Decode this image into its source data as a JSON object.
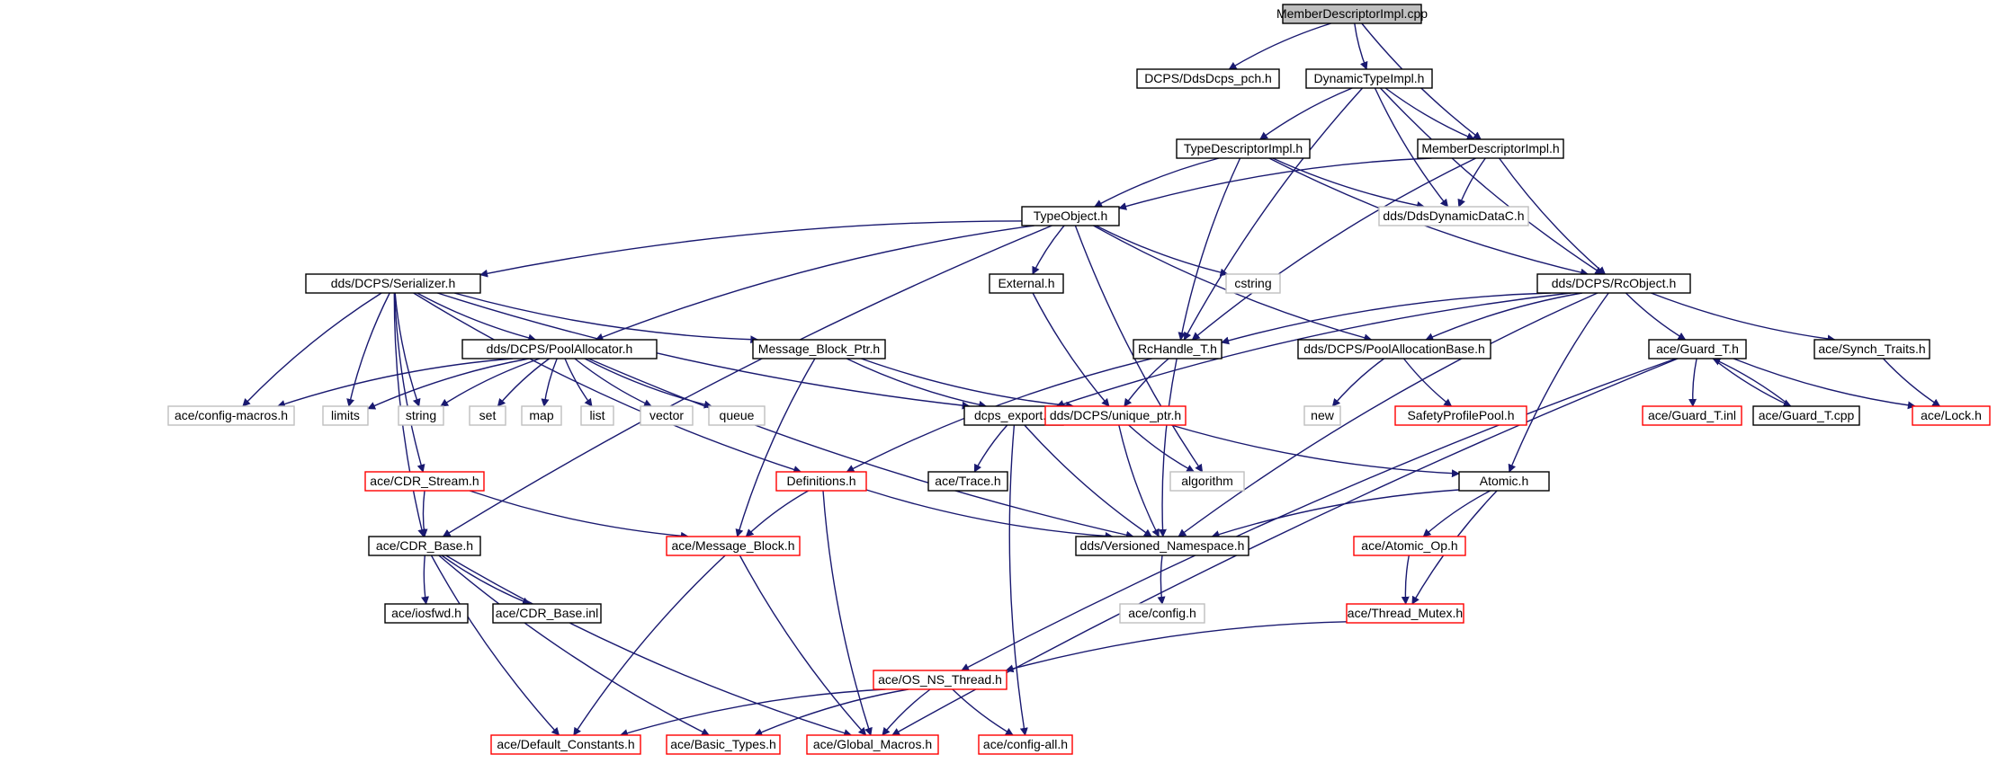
{
  "colors": {
    "edge": "#191970",
    "root_fill": "#bfbfbf",
    "border_normal": "#000000",
    "border_truncated": "#ff0000",
    "border_external": "#bfbfbf",
    "text": "#000000"
  },
  "nodes": [
    {
      "id": "n0",
      "label": "MemberDescriptorImpl.cpp",
      "kind": "root"
    },
    {
      "id": "n1",
      "label": "DCPS/DdsDcps_pch.h",
      "kind": "normal"
    },
    {
      "id": "n2",
      "label": "DynamicTypeImpl.h",
      "kind": "normal"
    },
    {
      "id": "n3",
      "label": "MemberDescriptorImpl.h",
      "kind": "normal"
    },
    {
      "id": "n4",
      "label": "TypeDescriptorImpl.h",
      "kind": "normal"
    },
    {
      "id": "n5",
      "label": "dds/DdsDynamicDataC.h",
      "kind": "external"
    },
    {
      "id": "n6",
      "label": "TypeObject.h",
      "kind": "normal"
    },
    {
      "id": "n7",
      "label": "dds/DCPS/Serializer.h",
      "kind": "normal"
    },
    {
      "id": "n8",
      "label": "External.h",
      "kind": "normal"
    },
    {
      "id": "n9",
      "label": "cstring",
      "kind": "external"
    },
    {
      "id": "n10",
      "label": "dds/DCPS/RcObject.h",
      "kind": "normal"
    },
    {
      "id": "n11",
      "label": "dds/DCPS/PoolAllocator.h",
      "kind": "normal"
    },
    {
      "id": "n12",
      "label": "Message_Block_Ptr.h",
      "kind": "normal"
    },
    {
      "id": "n13",
      "label": "RcHandle_T.h",
      "kind": "normal"
    },
    {
      "id": "n14",
      "label": "dds/DCPS/PoolAllocationBase.h",
      "kind": "normal"
    },
    {
      "id": "n15",
      "label": "ace/Guard_T.h",
      "kind": "normal"
    },
    {
      "id": "n16",
      "label": "ace/Synch_Traits.h",
      "kind": "normal"
    },
    {
      "id": "n17",
      "label": "ace/config-macros.h",
      "kind": "external"
    },
    {
      "id": "n18",
      "label": "limits",
      "kind": "external"
    },
    {
      "id": "n19",
      "label": "string",
      "kind": "external"
    },
    {
      "id": "n20",
      "label": "set",
      "kind": "external"
    },
    {
      "id": "n21",
      "label": "map",
      "kind": "external"
    },
    {
      "id": "n22",
      "label": "list",
      "kind": "external"
    },
    {
      "id": "n23",
      "label": "vector",
      "kind": "external"
    },
    {
      "id": "n24",
      "label": "queue",
      "kind": "external"
    },
    {
      "id": "n25",
      "label": "dcps_export.h",
      "kind": "normal"
    },
    {
      "id": "n26",
      "label": "dds/DCPS/unique_ptr.h",
      "kind": "truncated"
    },
    {
      "id": "n27",
      "label": "new",
      "kind": "external"
    },
    {
      "id": "n28",
      "label": "SafetyProfilePool.h",
      "kind": "truncated"
    },
    {
      "id": "n29",
      "label": "ace/Guard_T.inl",
      "kind": "truncated"
    },
    {
      "id": "n30",
      "label": "ace/Guard_T.cpp",
      "kind": "normal"
    },
    {
      "id": "n31",
      "label": "ace/Lock.h",
      "kind": "truncated"
    },
    {
      "id": "n32",
      "label": "ace/CDR_Stream.h",
      "kind": "truncated"
    },
    {
      "id": "n33",
      "label": "Definitions.h",
      "kind": "truncated"
    },
    {
      "id": "n34",
      "label": "ace/Trace.h",
      "kind": "normal"
    },
    {
      "id": "n35",
      "label": "algorithm",
      "kind": "external"
    },
    {
      "id": "n36",
      "label": "Atomic.h",
      "kind": "normal"
    },
    {
      "id": "n37",
      "label": "ace/CDR_Base.h",
      "kind": "normal"
    },
    {
      "id": "n38",
      "label": "ace/Message_Block.h",
      "kind": "truncated"
    },
    {
      "id": "n39",
      "label": "dds/Versioned_Namespace.h",
      "kind": "normal"
    },
    {
      "id": "n40",
      "label": "ace/Atomic_Op.h",
      "kind": "truncated"
    },
    {
      "id": "n41",
      "label": "ace/iosfwd.h",
      "kind": "normal"
    },
    {
      "id": "n42",
      "label": "ace/CDR_Base.inl",
      "kind": "normal"
    },
    {
      "id": "n43",
      "label": "ace/config.h",
      "kind": "external"
    },
    {
      "id": "n44",
      "label": "ace/Thread_Mutex.h",
      "kind": "truncated"
    },
    {
      "id": "n45",
      "label": "ace/OS_NS_Thread.h",
      "kind": "truncated"
    },
    {
      "id": "n46",
      "label": "ace/Default_Constants.h",
      "kind": "truncated"
    },
    {
      "id": "n47",
      "label": "ace/Basic_Types.h",
      "kind": "truncated"
    },
    {
      "id": "n48",
      "label": "ace/Global_Macros.h",
      "kind": "truncated"
    },
    {
      "id": "n49",
      "label": "ace/config-all.h",
      "kind": "truncated"
    }
  ],
  "edges": [
    [
      "n0",
      "n1"
    ],
    [
      "n0",
      "n2"
    ],
    [
      "n0",
      "n3"
    ],
    [
      "n2",
      "n4"
    ],
    [
      "n2",
      "n3"
    ],
    [
      "n2",
      "n5"
    ],
    [
      "n2",
      "n10"
    ],
    [
      "n2",
      "n13"
    ],
    [
      "n3",
      "n6"
    ],
    [
      "n3",
      "n5"
    ],
    [
      "n3",
      "n10"
    ],
    [
      "n3",
      "n13"
    ],
    [
      "n4",
      "n6"
    ],
    [
      "n4",
      "n5"
    ],
    [
      "n4",
      "n10"
    ],
    [
      "n4",
      "n13"
    ],
    [
      "n6",
      "n7"
    ],
    [
      "n6",
      "n8"
    ],
    [
      "n6",
      "n9"
    ],
    [
      "n6",
      "n11"
    ],
    [
      "n6",
      "n14"
    ],
    [
      "n6",
      "n35"
    ],
    [
      "n6",
      "n37"
    ],
    [
      "n7",
      "n17"
    ],
    [
      "n7",
      "n18"
    ],
    [
      "n7",
      "n19"
    ],
    [
      "n7",
      "n11"
    ],
    [
      "n7",
      "n12"
    ],
    [
      "n7",
      "n25"
    ],
    [
      "n7",
      "n32"
    ],
    [
      "n7",
      "n33"
    ],
    [
      "n7",
      "n37"
    ],
    [
      "n8",
      "n26"
    ],
    [
      "n10",
      "n13"
    ],
    [
      "n10",
      "n14"
    ],
    [
      "n10",
      "n15"
    ],
    [
      "n10",
      "n16"
    ],
    [
      "n10",
      "n25"
    ],
    [
      "n10",
      "n36"
    ],
    [
      "n10",
      "n39"
    ],
    [
      "n11",
      "n17"
    ],
    [
      "n11",
      "n18"
    ],
    [
      "n11",
      "n19"
    ],
    [
      "n11",
      "n20"
    ],
    [
      "n11",
      "n21"
    ],
    [
      "n11",
      "n22"
    ],
    [
      "n11",
      "n23"
    ],
    [
      "n11",
      "n24"
    ],
    [
      "n11",
      "n39"
    ],
    [
      "n12",
      "n25"
    ],
    [
      "n12",
      "n26"
    ],
    [
      "n12",
      "n38"
    ],
    [
      "n13",
      "n26"
    ],
    [
      "n13",
      "n33"
    ],
    [
      "n13",
      "n39"
    ],
    [
      "n14",
      "n27"
    ],
    [
      "n14",
      "n28"
    ],
    [
      "n15",
      "n29"
    ],
    [
      "n15",
      "n30"
    ],
    [
      "n15",
      "n31"
    ],
    [
      "n15",
      "n45"
    ],
    [
      "n15",
      "n48"
    ],
    [
      "n30",
      "n15"
    ],
    [
      "n16",
      "n31"
    ],
    [
      "n25",
      "n34"
    ],
    [
      "n25",
      "n39"
    ],
    [
      "n25",
      "n49"
    ],
    [
      "n26",
      "n35"
    ],
    [
      "n26",
      "n36"
    ],
    [
      "n26",
      "n39"
    ],
    [
      "n32",
      "n37"
    ],
    [
      "n32",
      "n38"
    ],
    [
      "n33",
      "n38"
    ],
    [
      "n33",
      "n39"
    ],
    [
      "n33",
      "n48"
    ],
    [
      "n36",
      "n39"
    ],
    [
      "n36",
      "n40"
    ],
    [
      "n36",
      "n44"
    ],
    [
      "n37",
      "n41"
    ],
    [
      "n37",
      "n42"
    ],
    [
      "n37",
      "n46"
    ],
    [
      "n37",
      "n47"
    ],
    [
      "n37",
      "n48"
    ],
    [
      "n38",
      "n46"
    ],
    [
      "n38",
      "n48"
    ],
    [
      "n39",
      "n43"
    ],
    [
      "n40",
      "n44"
    ],
    [
      "n44",
      "n45"
    ],
    [
      "n45",
      "n46"
    ],
    [
      "n45",
      "n47"
    ],
    [
      "n45",
      "n48"
    ],
    [
      "n45",
      "n49"
    ]
  ]
}
